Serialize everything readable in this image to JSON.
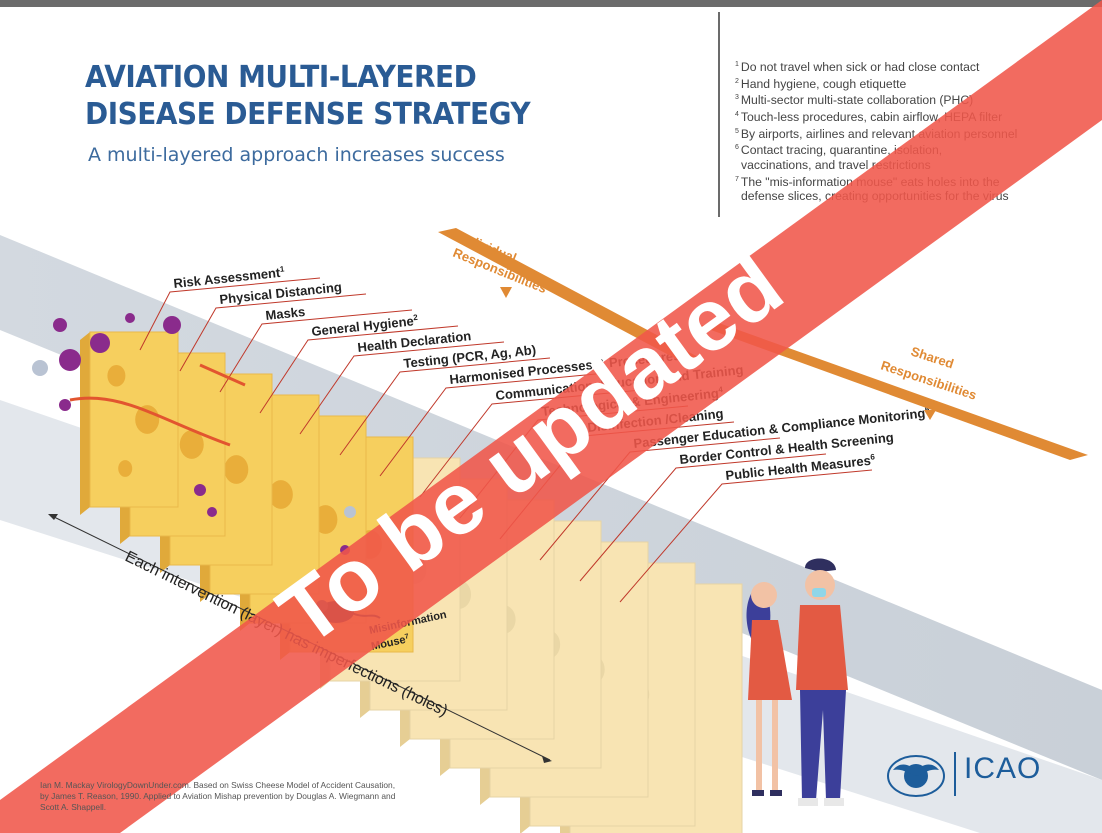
{
  "header": {
    "title_line1": "AVIATION MULTI-LAYERED",
    "title_line2": "DISEASE DEFENSE STRATEGY",
    "subtitle": "A multi-layered approach increases success"
  },
  "footnotes": [
    {
      "num": "1",
      "text": "Do not travel when sick or had close contact"
    },
    {
      "num": "2",
      "text": "Hand hygiene, cough etiquette"
    },
    {
      "num": "3",
      "text": "Multi-sector multi-state collaboration (PHC)"
    },
    {
      "num": "4",
      "text": "Touch-less procedures, cabin airflow, HEPA filter"
    },
    {
      "num": "5",
      "text": "By airports, airlines and relevant aviation personnel"
    },
    {
      "num": "6",
      "text": "Contact tracing, quarantine, isolation,"
    },
    {
      "num": "",
      "text": "vaccinations, and travel restrictions"
    },
    {
      "num": "7",
      "text": "The \"mis-information mouse\" eats holes into the"
    },
    {
      "num": "",
      "text": "defense slices, creating opportunities for the virus"
    }
  ],
  "layers": [
    {
      "label": "Risk Assessment",
      "sup": "1"
    },
    {
      "label": "Physical Distancing",
      "sup": ""
    },
    {
      "label": "Masks",
      "sup": ""
    },
    {
      "label": "General Hygiene",
      "sup": "2"
    },
    {
      "label": "Health Declaration",
      "sup": ""
    },
    {
      "label": "Testing (PCR, Ag, Ab)",
      "sup": ""
    },
    {
      "label": "Harmonised Processes & Procedures",
      "sup": "3"
    },
    {
      "label": "Communication, Education and Training",
      "sup": ""
    },
    {
      "label": "Technological & Engineering",
      "sup": "4"
    },
    {
      "label": "Disinfection /Cleaning",
      "sup": ""
    },
    {
      "label": "Passenger Education & Compliance Monitoring",
      "sup": "5"
    },
    {
      "label": "Border Control & Health Screening",
      "sup": ""
    },
    {
      "label": "Public Health Measures",
      "sup": "6"
    }
  ],
  "groups": {
    "individual": {
      "line1": "Individual",
      "line2": "Responsibilities"
    },
    "shared": {
      "line1": "Shared",
      "line2": "Responsibilities"
    }
  },
  "annotations": {
    "axis_text": "Each intervention (layer) has imperfections (holes)",
    "mouse_line1": "Misinformation",
    "mouse_line2": "Mouse",
    "mouse_sup": "7"
  },
  "credit": "Ian M. Mackay VirologyDownUnder.com. Based on Swiss Cheese Model of Accident Causation, by James T. Reason, 1990. Applied to Aviation Mishap prevention by Douglas A. Wiegmann and Scott A. Shappell.",
  "icao": {
    "text": "ICAO"
  },
  "banner": {
    "text": "To be updated",
    "color": "#f0564a"
  },
  "colors": {
    "title": "#2a5b94",
    "individual_slice": "#f6cf5e",
    "shared_slice": "#f8e4b3",
    "responsibility_bar": "#e08a34",
    "virus": "#8a2b8c"
  }
}
